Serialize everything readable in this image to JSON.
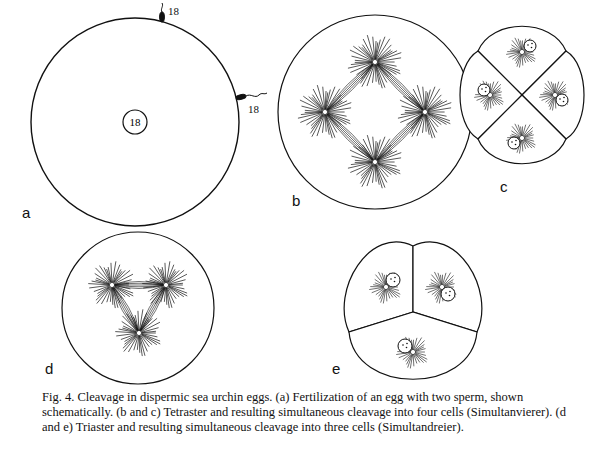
{
  "diagram": {
    "caption": "Fig. 4. Cleavage in dispermic sea urchin eggs. (a) Fertilization of an egg with two sperm, shown schematically. (b and c) Tetraster and resulting simultaneous cleavage into four cells (Simultanvierer). (d and e) Triaster and resulting simultaneous cleavage into three cells (Simultandreier).",
    "nodes": [
      {
        "text": [
          "18"
        ]
      }
    ],
    "labels": [
      "18",
      "18",
      "a",
      "b",
      "c",
      "d",
      "e"
    ]
  }
}
